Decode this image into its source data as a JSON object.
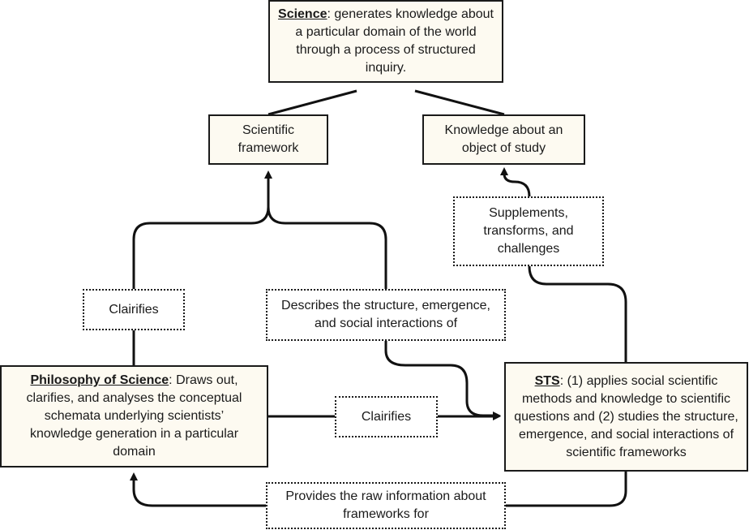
{
  "nodes": {
    "science": {
      "term": "Science",
      "text": ": generates knowledge about a particular domain of the world through a process of structured inquiry."
    },
    "framework": {
      "text": "Scientific framework"
    },
    "knowledge": {
      "text": "Knowledge about an object of study"
    },
    "philosophy": {
      "term": "Philosophy of Science",
      "text": ": Draws out, clarifies, and analyses the conceptual schemata underlying scientists’ knowledge generation in a particular domain"
    },
    "sts": {
      "term": "STS",
      "text": ": (1) applies social scientific methods and knowledge to scientific questions and (2) studies the structure, emergence, and social interactions of scientific frameworks"
    }
  },
  "edge_labels": {
    "clarifies_left": "Clairifies",
    "describes": "Describes the structure, emergence, and social interactions of",
    "supplements": "Supplements, transforms, and challenges",
    "clarifies_mid": "Clairifies",
    "provides": "Provides the raw information about frameworks for"
  }
}
